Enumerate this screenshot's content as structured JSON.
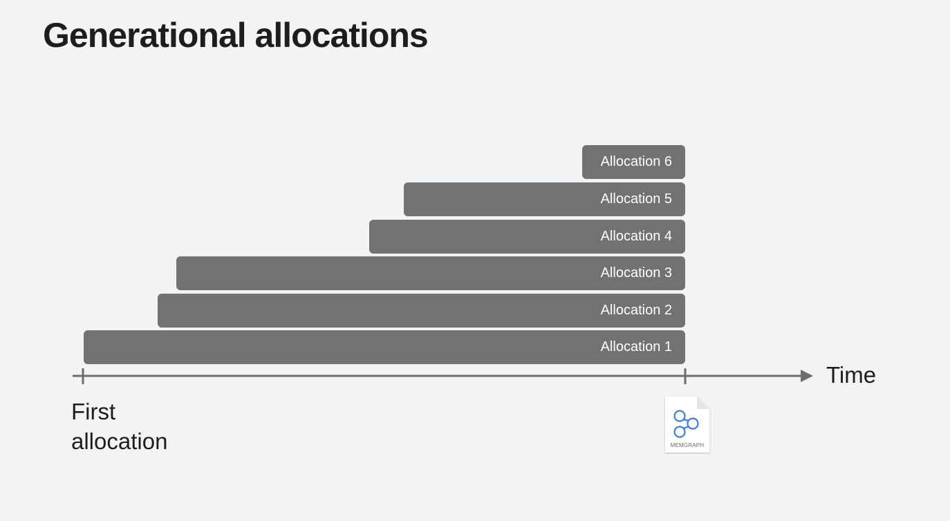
{
  "title": "Generational allocations",
  "allocations": [
    {
      "label": "Allocation 6"
    },
    {
      "label": "Allocation 5"
    },
    {
      "label": "Allocation 4"
    },
    {
      "label": "Allocation 3"
    },
    {
      "label": "Allocation 2"
    },
    {
      "label": "Allocation 1"
    }
  ],
  "axis": {
    "time_label": "Time",
    "start_label_line1": "First",
    "start_label_line2": "allocation"
  },
  "memgraph": {
    "icon": "memgraph-file-icon",
    "label": "MEMGRAPH"
  },
  "colors": {
    "background": "#f2f3f5",
    "bar": "#717271",
    "bar_text": "#ffffff",
    "axis": "#6b6c6e",
    "accent_blue": "#3b7de0"
  }
}
